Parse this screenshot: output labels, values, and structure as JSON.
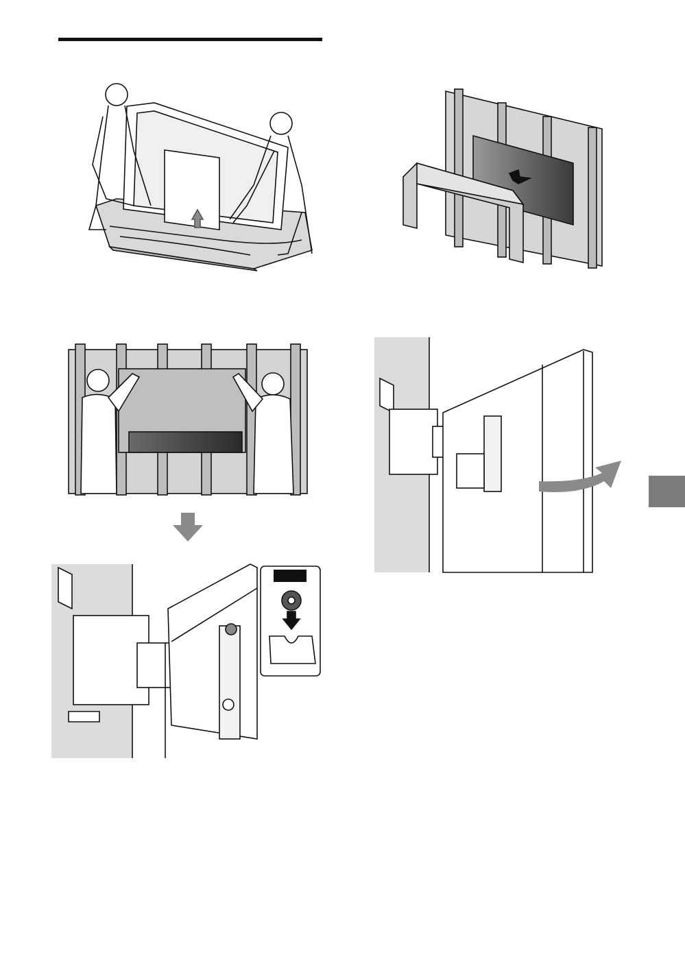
{
  "page": {
    "figures": [
      {
        "icon": "lift-tv-from-box-illustration"
      },
      {
        "icon": "remove-protective-cover-illustration"
      },
      {
        "icon": "two-people-holding-tv-at-wall-illustration"
      },
      {
        "icon": "tv-hooked-on-wall-bracket-illustration"
      },
      {
        "icon": "tv-rotating-on-bracket-illustration"
      }
    ],
    "colors": {
      "ink": "#111111",
      "panel_gray": "#c9c9c9",
      "wall_gray": "#dcdcdc",
      "arrow_gray": "#8a8a8a",
      "tab_gray": "#7c7c7c"
    }
  }
}
